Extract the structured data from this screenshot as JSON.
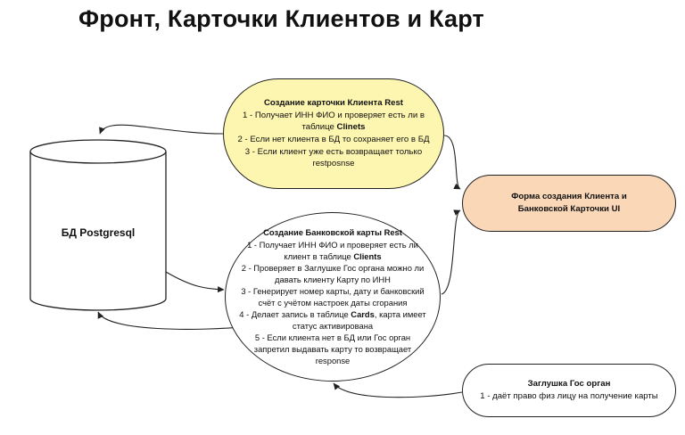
{
  "title": "Фронт, Карточки Клиентов и Карт",
  "database": {
    "label": "БД Postgresql"
  },
  "client_card_service": {
    "heading": "Создание карточки Клиента Rest",
    "lines": [
      [
        "1 - Получает ИНН ФИО  и проверяет есть ли в",
        ""
      ],
      [
        "таблице ",
        "Clinets"
      ],
      [
        "2 - Если нет клиента в БД то сохраняет его в БД",
        ""
      ],
      [
        "3 - Если клиент уже есть возвращает только",
        ""
      ],
      [
        "restposnse",
        ""
      ]
    ]
  },
  "bank_card_service": {
    "heading": "Создание Банковской карты Rest",
    "lines": [
      [
        "1 - Получает ИНН ФИО и проверяет есть ли",
        ""
      ],
      [
        "клиент в таблице ",
        "Clients"
      ],
      [
        "2 - Проверяет в Заглушке Гос органа можно ли",
        ""
      ],
      [
        "давать клиенту Карту по ИНН",
        ""
      ],
      [
        "3 - Генерирует номер карты, дату и банковский",
        ""
      ],
      [
        "счёт с учётом настроек даты сгорания",
        ""
      ],
      [
        "4 - Делает запись в таблице ",
        "Cards",
        ", карта имеет"
      ],
      [
        "статус активирована",
        ""
      ],
      [
        "5 - Если клиента нет в БД или Гос орган",
        ""
      ],
      [
        "запретил выдавать карту то возвращает",
        ""
      ],
      [
        "response",
        ""
      ]
    ]
  },
  "ui_form": {
    "heading_line1": "Форма создания Клиента и",
    "heading_line2": "Банковской Карточки UI"
  },
  "gov_stub": {
    "heading": "Заглушка Гос орган",
    "line1": "1 - даёт право физ лицу на получение карты"
  },
  "colors": {
    "client_fill": "#fdf6b0",
    "form_fill": "#fad7b7",
    "stroke": "#222222"
  }
}
